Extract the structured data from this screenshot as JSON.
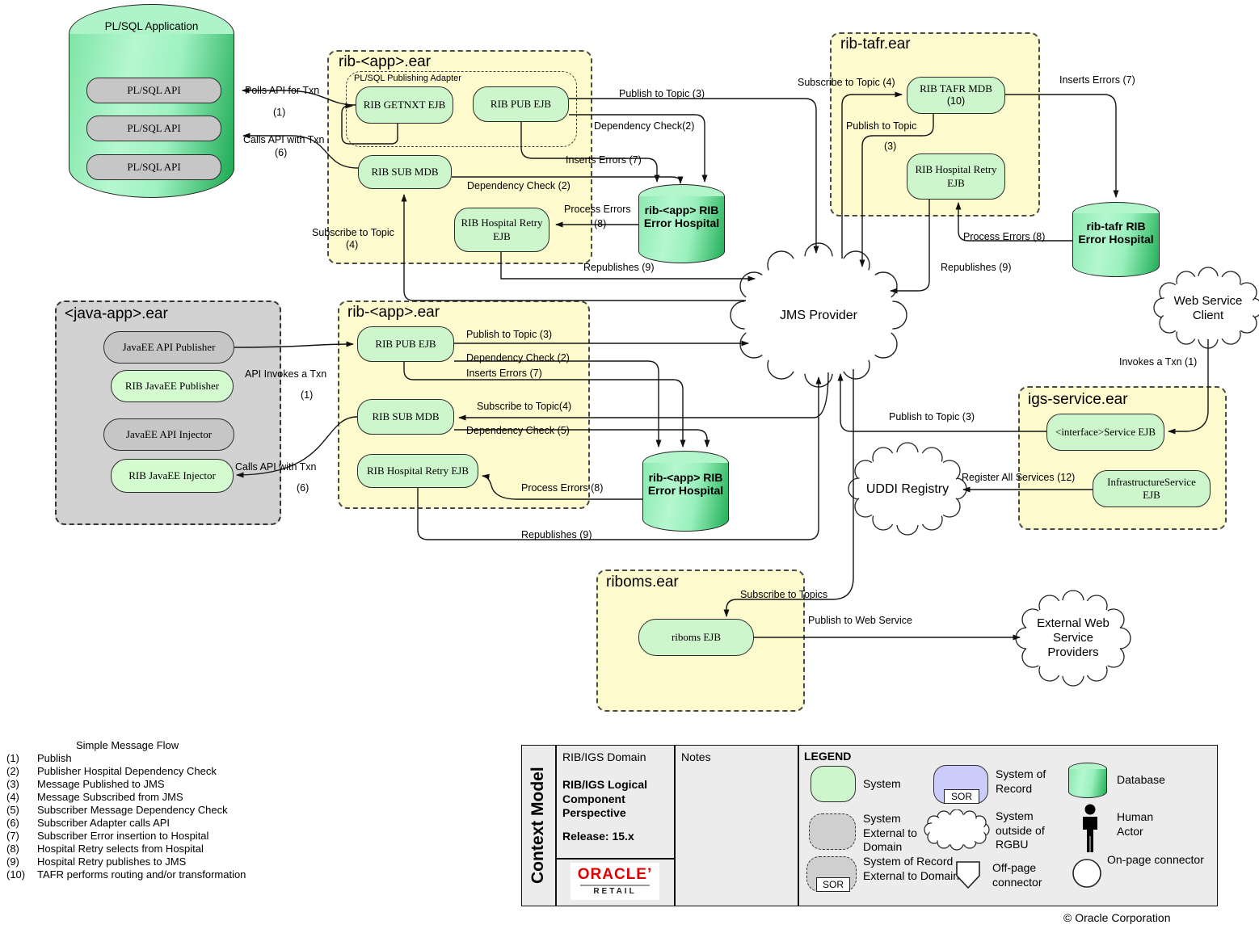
{
  "plsql": {
    "title": "PL/SQL Application",
    "apis": [
      "PL/SQL API",
      "PL/SQL API",
      "PL/SQL API"
    ]
  },
  "earTop": {
    "title": "rib-<app>.ear",
    "adapter": "PL/SQL Publishing Adapter",
    "getnxt": "RIB GETNXT EJB",
    "pub": "RIB PUB EJB",
    "sub": "RIB SUB MDB",
    "retry": "RIB Hospital Retry EJB"
  },
  "earTafr": {
    "title": "rib-tafr.ear",
    "mdb": "RIB TAFR MDB",
    "mdbNum": "(10)",
    "retry": "RIB Hospital Retry EJB"
  },
  "earJava": {
    "title": "<java-app>.ear",
    "apiPub": "JavaEE API  Publisher",
    "ribPub": "RIB JavaEE Publisher",
    "apiInj": "JavaEE API Injector",
    "ribInj": "RIB JavaEE Injector"
  },
  "earApp2": {
    "title": "rib-<app>.ear",
    "pub": "RIB PUB EJB",
    "sub": "RIB SUB MDB",
    "retry": "RIB Hospital Retry EJB"
  },
  "earIgs": {
    "title": "igs-service.ear",
    "svc": "<interface>Service EJB",
    "infra": "InfrastructureService EJB"
  },
  "earRiboms": {
    "title": "riboms.ear",
    "ejb": "riboms EJB"
  },
  "hospitals": {
    "appTop": "rib-<app> RIB Error Hospital",
    "tafr": "rib-tafr RIB Error Hospital",
    "appBottom": "rib-<app> RIB Error Hospital"
  },
  "clouds": {
    "jms": "JMS Provider",
    "ws": "Web Service Client",
    "uddi": "UDDI Registry",
    "ext": "External Web Service Providers"
  },
  "labels": {
    "pollsApi": "Polls API for Txn",
    "one_a": "(1)",
    "callsApiTop": "Calls API with Txn",
    "six_a": "(6)",
    "publishTop": "Publish to Topic (3)",
    "depPubTop": "Dependency Check(2)",
    "insertsTop": "Inserts Errors (7)",
    "depSubTop": "Dependency Check (2)",
    "processTop": "Process Errors",
    "eight_a": "(8)",
    "subscribeTop": "Subscribe to Topic",
    "four_a": "(4)",
    "republishTop": "Republishes (9)",
    "subscribeTafr": "Subscribe to Topic (4)",
    "publishTafr": "Publish to Topic",
    "three_a": "(3)",
    "insertsTafr": "Inserts Errors (7)",
    "processTafr": "Process Errors (8)",
    "republishTafr": "Republishes (9)",
    "invokesWs": "Invokes a Txn (1)",
    "apiInvokes": "API Invokes a Txn",
    "one_b": "(1)",
    "callsApiBot": "Calls API with Txn",
    "six_b": "(6)",
    "publishBot": "Publish to Topic (3)",
    "depTwoBot": "Dependency Check (2)",
    "insertsBot": "Inserts Errors (7)",
    "subscribeBot": "Subscribe to Topic(4)",
    "depFiveBot": "Dependency Check (5)",
    "processBot": "Process Errors (8)",
    "republishBot": "Republishes (9)",
    "publishIgs": "Publish to Topic (3)",
    "register": "Register All Services (12)",
    "subscribeRiboms": "Subscribe to Topics",
    "publishRiboms": "Publish to Web Service"
  },
  "flow": {
    "title": "Simple Message Flow",
    "items": [
      {
        "num": "(1)",
        "text": "Publish"
      },
      {
        "num": "(2)",
        "text": "Publisher Hospital Dependency Check"
      },
      {
        "num": "(3)",
        "text": "Message Published to JMS"
      },
      {
        "num": "(4)",
        "text": "Message Subscribed from JMS"
      },
      {
        "num": "(5)",
        "text": "Subscriber Message Dependency Check"
      },
      {
        "num": "(6)",
        "text": "Subscriber Adapter calls API"
      },
      {
        "num": "(7)",
        "text": "Subscriber Error insertion to Hospital"
      },
      {
        "num": "(8)",
        "text": "Hospital Retry selects from Hospital"
      },
      {
        "num": "(9)",
        "text": "Hospital Retry publishes to JMS"
      },
      {
        "num": "(10)",
        "text": "TAFR performs routing and/or transformation"
      }
    ]
  },
  "panel": {
    "context": "Context Model",
    "domain": "RIB/IGS Domain",
    "subtitle": "RIB/IGS Logical Component Perspective",
    "release": "Release:  15.x",
    "notes": "Notes",
    "legendTitle": "LEGEND",
    "legend": {
      "system": "System",
      "sor": "System of Record",
      "database": "Database",
      "external": "System External to Domain",
      "outside": "System outside of RGBU",
      "human": "Human Actor",
      "sorExternal": "System of Record External to Domain",
      "offpage": "Off-page connector",
      "onpage": "On-page connector",
      "sorTag": "SOR"
    },
    "logo": {
      "oracle": "ORACLE’",
      "retail": "RETAIL"
    },
    "copyright": "© Oracle Corporation"
  },
  "colors": {
    "earYellow": "#fdfacd",
    "nodeGreen": "#cdf6cd",
    "nodeGray": "#c6c6c6",
    "sorPurple": "#ccccfa",
    "dbGreen": "#2fb564",
    "logoRed": "#e00000"
  }
}
